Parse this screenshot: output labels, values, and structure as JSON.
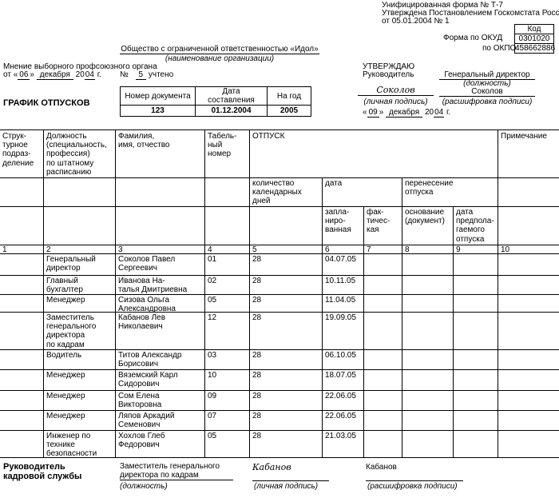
{
  "form_header": {
    "line1": "Унифицированная форма № Т-7",
    "line2": "Утверждена Постановлением Госкомстата России",
    "line3": "от 05.01.2004 № 1"
  },
  "codes": {
    "kod_label": "Код",
    "okud_label": "Форма по ОКУД",
    "okud_value": "0301020",
    "okpo_label": "по ОКПО",
    "okpo_value": "458662886"
  },
  "organization": {
    "name": "Общество с ограниченной ответственностью «Идол»",
    "caption": "(наименование организации)"
  },
  "union_opinion": {
    "line1": "Мнение выборного профсоюзного органа",
    "from": "от",
    "q1": "«",
    "day": "06",
    "q2": "»",
    "month": "декабря",
    "year_prefix": "20",
    "year": "04",
    "year_suffix": "г.",
    "no_label": "№",
    "number": "5",
    "noted": "учтено"
  },
  "doc_info": {
    "h_number": "Номер документа",
    "h_date": "Дата составления",
    "h_year": "На год",
    "number": "123",
    "date": "01.12.2004",
    "year": "2005"
  },
  "title": "ГРАФИК ОТПУСКОВ",
  "approve": {
    "heading": "УТВЕРЖДАЮ",
    "role_label": "Руководитель",
    "position": "Генеральный директор",
    "position_caption": "(должность)",
    "signature": "Соколов",
    "name": "Соколов",
    "sig_caption": "(личная подпись)",
    "name_caption": "(расшифровка подписи)",
    "q1": "«",
    "day": "09",
    "q2": "»",
    "month": "декабря",
    "year_prefix": "20",
    "year": "04",
    "year_suffix": "г."
  },
  "table": {
    "h_division": "Струк-\nтурное\nподраз-\nделение",
    "h_position": "Должность\n(специальность,\nпрофессия)\nпо штатному\nрасписанию",
    "h_name": "Фамилия,\nимя, отчество",
    "h_tabnum": "Табель-\nный\nномер",
    "h_vacation": "ОТПУСК",
    "h_note": "Примечание",
    "h_days": "количество\nкалендарных\nдней",
    "h_date": "дата",
    "h_transfer": "перенесение\nотпуска",
    "h_planned": "запла-\nниро-\nванная",
    "h_actual": "фак-\nтичес-\nкая",
    "h_basis": "основание\n(документ)",
    "h_expected": "дата\nпредпола-\nгаемого\nотпуска",
    "col_numbers": [
      "1",
      "2",
      "3",
      "4",
      "5",
      "6",
      "7",
      "8",
      "9",
      "10"
    ],
    "rows": [
      {
        "position": "Генеральный\nдиректор",
        "name": "Соколов Павел\nСергеевич",
        "tab": "01",
        "days": "28",
        "planned": "04.07.05"
      },
      {
        "position": "Главный\nбухгалтер",
        "name": "Иванова На-\nталья Дмитриевна",
        "tab": "02",
        "days": "28",
        "planned": "10.11.05"
      },
      {
        "position": "Менеджер",
        "name": "Сизова Ольга\nАлександровна",
        "tab": "05",
        "days": "28",
        "planned": "11.04.05"
      },
      {
        "position": "Заместитель\nгенерального\nдиректора\nпо кадрам",
        "name": "Кабанов Лев\nНиколаевич",
        "tab": "12",
        "days": "28",
        "planned": "19.09.05"
      },
      {
        "position": "Водитель",
        "name": "Титов Александр\nБорисович",
        "tab": "03",
        "days": "28",
        "planned": "06.10.05"
      },
      {
        "position": "Менеджер",
        "name": "Вяземский Карл\nСидорович",
        "tab": "10",
        "days": "28",
        "planned": "18.07.05"
      },
      {
        "position": "Менеджер",
        "name": "Сом Елена\nВикторовна",
        "tab": "09",
        "days": "28",
        "planned": "22.06.05"
      },
      {
        "position": "Менеджер",
        "name": "Ляпов Аркадий\nСеменович",
        "tab": "07",
        "days": "28",
        "planned": "22.06.05"
      },
      {
        "position": "Инженер по\nтехнике\nбезопасности",
        "name": "Хохлов Глеб\nФедорович",
        "tab": "05",
        "days": "28",
        "planned": "21.03.05"
      }
    ]
  },
  "footer": {
    "label": "Руководитель\nкадровой службы",
    "position": "Заместитель генерального\nдиректора по кадрам",
    "position_caption": "(должность)",
    "signature": "Кабанов",
    "sig_caption": "(личная подпись)",
    "name": "Кабанов",
    "name_caption": "(расшифровка подписи)"
  }
}
